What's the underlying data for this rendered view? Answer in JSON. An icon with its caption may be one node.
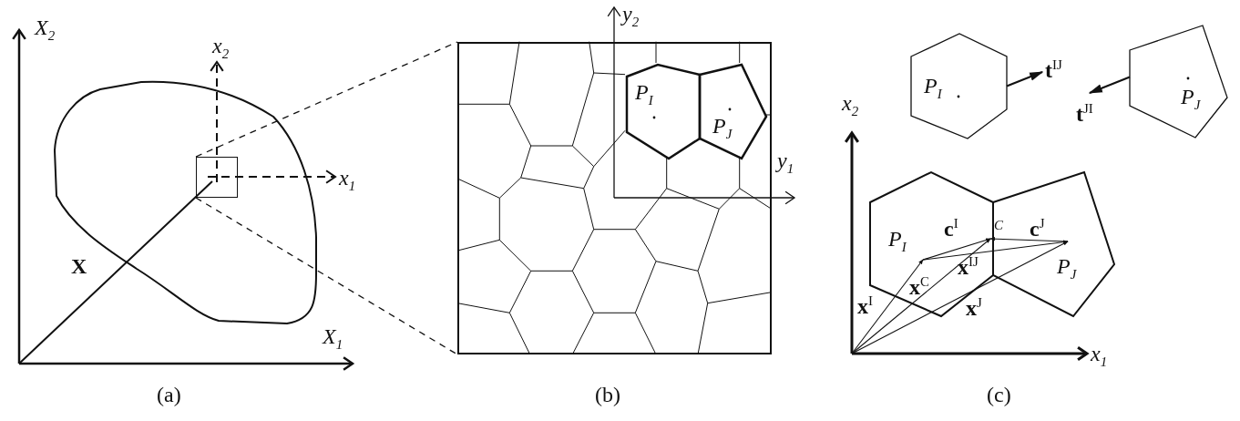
{
  "diagram": {
    "nodes": [
      {
        "text": [],
        "shape": "box"
      },
      {
        "text": [],
        "shape": "box"
      },
      {
        "text": [
          "P$_{I}$"
        ],
        "in": 1
      },
      {
        "text": [
          "P$_{J}$"
        ],
        "in": 1
      },
      {
        "text": [
          "P$_{I}$"
        ]
      },
      {
        "text": [
          "P$_{J}$"
        ]
      },
      {
        "text": [
          "**t**$^{IJ}$"
        ]
      },
      {
        "text": [
          "**t**$^{JI}$"
        ]
      },
      {
        "text": [
          "P$_{I}$"
        ]
      },
      {
        "text": [
          "P$_{J}$"
        ]
      }
    ],
    "edges": [
      {
        "from": 0,
        "to": 1,
        "arrow": "none",
        "style": "dashed"
      },
      {
        "from": 0,
        "to": 1,
        "arrow": "none",
        "style": "dashed"
      },
      {
        "from": 4,
        "to": 6,
        "arrow": "to"
      },
      {
        "from": 5,
        "to": 7,
        "arrow": "to"
      },
      {
        "from": 8,
        "to": 9,
        "arrow": "to"
      }
    ],
    "labels": [
      "X$_{2}$",
      "x$_{2}$",
      "x$_{1}$",
      "X",
      "X$_{1}$",
      "(a)",
      "y$_{2}$",
      "y$_{1}$",
      "(b)",
      "x$_{2}$",
      "C",
      "**c**$^{I}$",
      "**c**$^{J}$",
      "**x**$^{C}$",
      "**x**$^{IJ}$",
      "**x**$^{I}$",
      "**x**$^{J}$",
      "x$_{1}$",
      "(c)"
    ]
  }
}
